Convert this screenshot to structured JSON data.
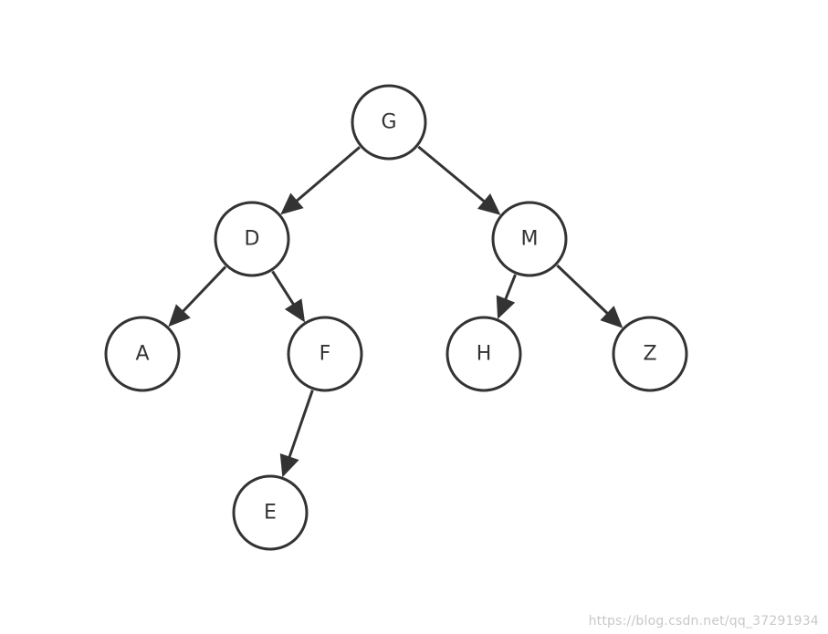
{
  "nodes": [
    {
      "id": "G",
      "label": "G"
    },
    {
      "id": "D",
      "label": "D"
    },
    {
      "id": "M",
      "label": "M"
    },
    {
      "id": "A",
      "label": "A"
    },
    {
      "id": "F",
      "label": "F"
    },
    {
      "id": "H",
      "label": "H"
    },
    {
      "id": "Z",
      "label": "Z"
    },
    {
      "id": "E",
      "label": "E"
    }
  ],
  "edges": [
    {
      "from": "G",
      "to": "D"
    },
    {
      "from": "G",
      "to": "M"
    },
    {
      "from": "D",
      "to": "A"
    },
    {
      "from": "D",
      "to": "F"
    },
    {
      "from": "M",
      "to": "H"
    },
    {
      "from": "M",
      "to": "Z"
    },
    {
      "from": "F",
      "to": "E"
    }
  ],
  "watermark": "https://blog.csdn.net/qq_37291934",
  "colors": {
    "stroke": "#333333",
    "fill": "#ffffff",
    "watermark": "#c8c8c8"
  }
}
